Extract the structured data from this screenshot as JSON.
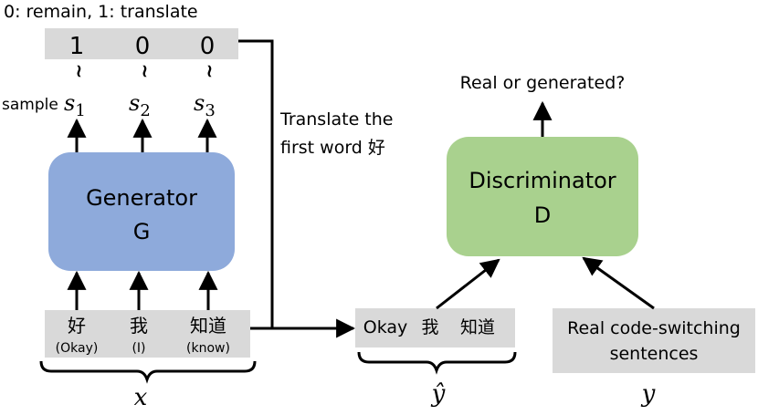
{
  "legend": "0: remain, 1: translate",
  "samples": {
    "prefix": "sample",
    "bits": [
      "1",
      "0",
      "0"
    ],
    "tilde": "~",
    "vars": [
      {
        "base": "s",
        "sub": "1"
      },
      {
        "base": "s",
        "sub": "2"
      },
      {
        "base": "s",
        "sub": "3"
      }
    ]
  },
  "generator": {
    "line1": "Generator",
    "line2": "G",
    "color": "#8eaadb"
  },
  "discriminator": {
    "line1": "Discriminator",
    "line2": "D",
    "color": "#a9d18e"
  },
  "input_tokens": [
    {
      "word": "好",
      "gloss": "(Okay)"
    },
    {
      "word": "我",
      "gloss": "(I)"
    },
    {
      "word": "知道",
      "gloss": "(know)"
    }
  ],
  "translate_note": {
    "line1": "Translate the",
    "line2": "first word 好"
  },
  "output_tokens": [
    "Okay",
    "我",
    "知道"
  ],
  "real_box": {
    "line1": "Real code-switching",
    "line2": "sentences"
  },
  "question": "Real or generated?",
  "labels": {
    "x": "x",
    "yhat": "ŷ",
    "y": "y"
  },
  "box_color": "#d9d9d9"
}
